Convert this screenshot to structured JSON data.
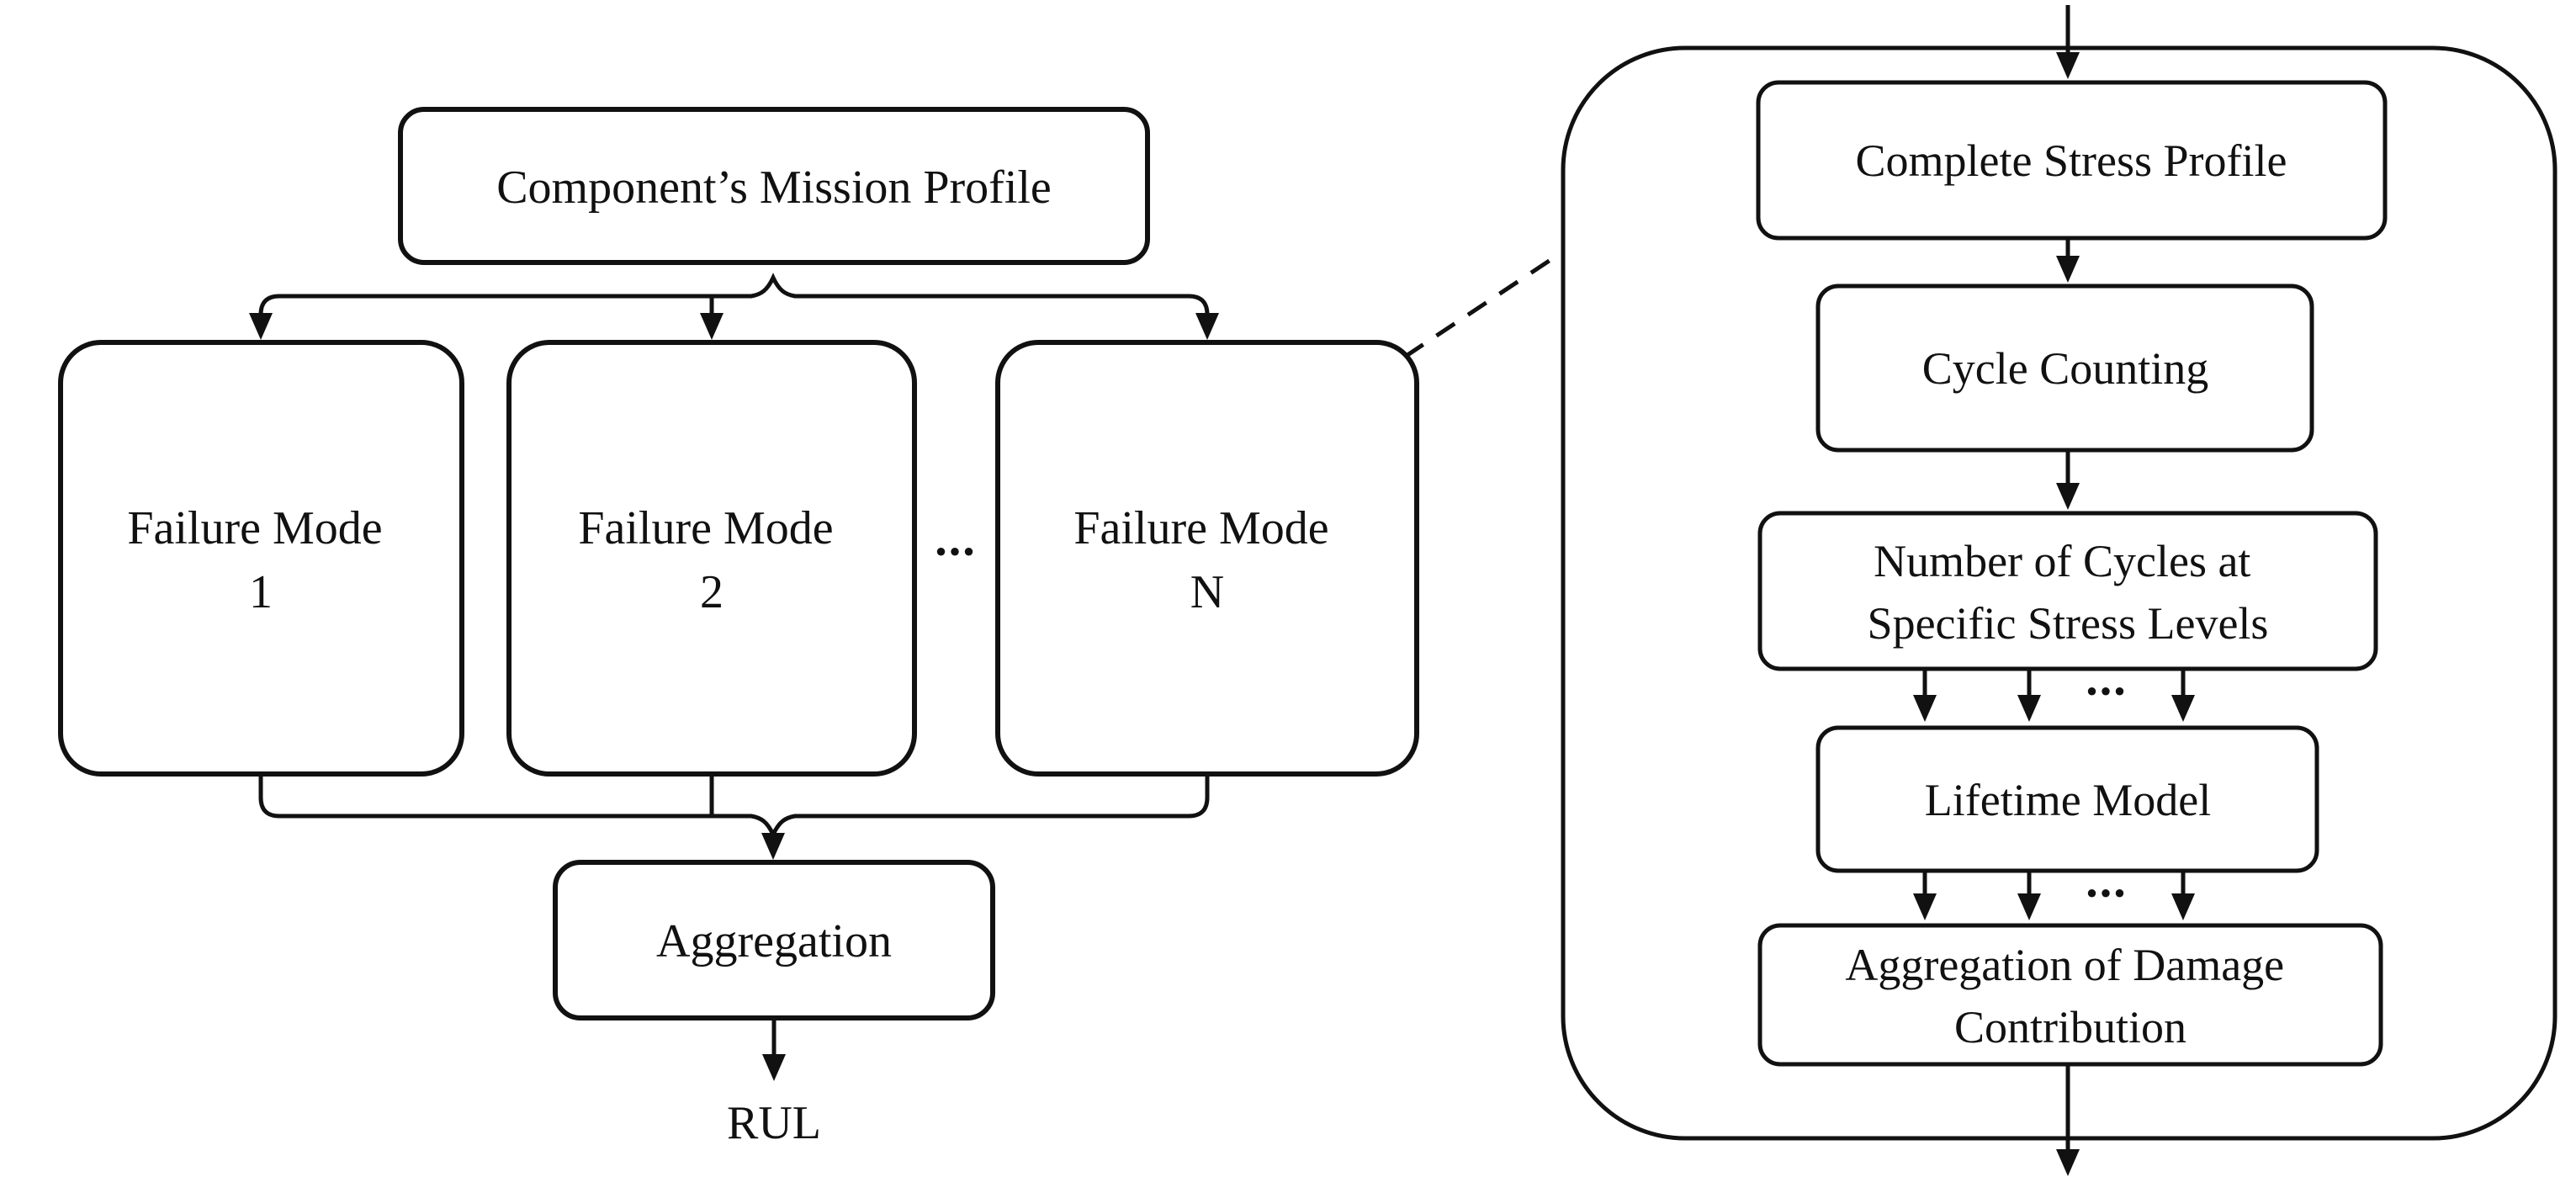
{
  "colors": {
    "line": "#111111",
    "box_fill": "#ffffff",
    "background": "#ffffff"
  },
  "left_flow": {
    "mission_profile_label": "Component’s Mission Profile",
    "failure_mode_1": {
      "line1": "Failure Mode",
      "line2": "1"
    },
    "failure_mode_2": {
      "line1": "Failure Mode",
      "line2": "2"
    },
    "failure_mode_n": {
      "line1": "Failure Mode",
      "line2": "N"
    },
    "failure_modes_ellipsis": "...",
    "aggregation_label": "Aggregation",
    "rul_label": "RUL"
  },
  "detail_flow": {
    "complete_stress_profile_label": "Complete Stress Profile",
    "cycle_counting_label": "Cycle Counting",
    "cycles_at_stress": {
      "line1": "Number of Cycles at",
      "line2": "Specific Stress Levels"
    },
    "cycles_ellipsis": "...",
    "lifetime_model_label": "Lifetime Model",
    "lifetime_ellipsis": "...",
    "damage_aggregation": {
      "line1": "Aggregation of Damage",
      "line2": "Contribution"
    }
  }
}
